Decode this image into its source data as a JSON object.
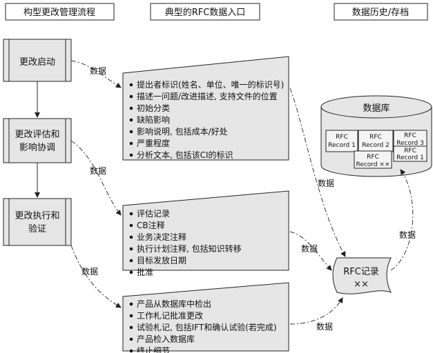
{
  "headers": {
    "process": "构型更改管理流程",
    "entry": "典型的RFC数据入口",
    "history": "数据历史/存档"
  },
  "process_steps": [
    {
      "lines": [
        "更改启动"
      ]
    },
    {
      "lines": [
        "更改评估和",
        "影响协调"
      ]
    },
    {
      "lines": [
        "更改执行和",
        "验证"
      ]
    }
  ],
  "data_label": "数据",
  "entry_panels": [
    {
      "items": [
        "提出者标识(姓名、单位、唯一的标识号)",
        "描述一问题/改进描述, 支持文件的位置",
        "初始分类",
        "缺陷影响",
        "影响说明, 包括成本/好处",
        "严重程度",
        "分析文本, 包括该CI的标识"
      ]
    },
    {
      "items": [
        "评估记录",
        "CB注释",
        "业务决定注释",
        "执行计划注释, 包括知识转移",
        "目标发放日期",
        "批准"
      ]
    },
    {
      "items": [
        "产品从数据库中检出",
        "工作札记批准更改",
        "试验札记, 包括IFT和确认试验(若完成)",
        "产品检入数据库",
        "终止细节"
      ]
    }
  ],
  "database": {
    "title": "数据库",
    "records": [
      [
        "RFC",
        "Record 1"
      ],
      [
        "RFC",
        "Record 2"
      ],
      [
        "RFC",
        "Record 3"
      ],
      [
        "RFC",
        "Record 1"
      ],
      [
        "RFC",
        "Record ××"
      ]
    ]
  },
  "rfc_record": {
    "line1": "RFC记录",
    "line2": "××"
  }
}
